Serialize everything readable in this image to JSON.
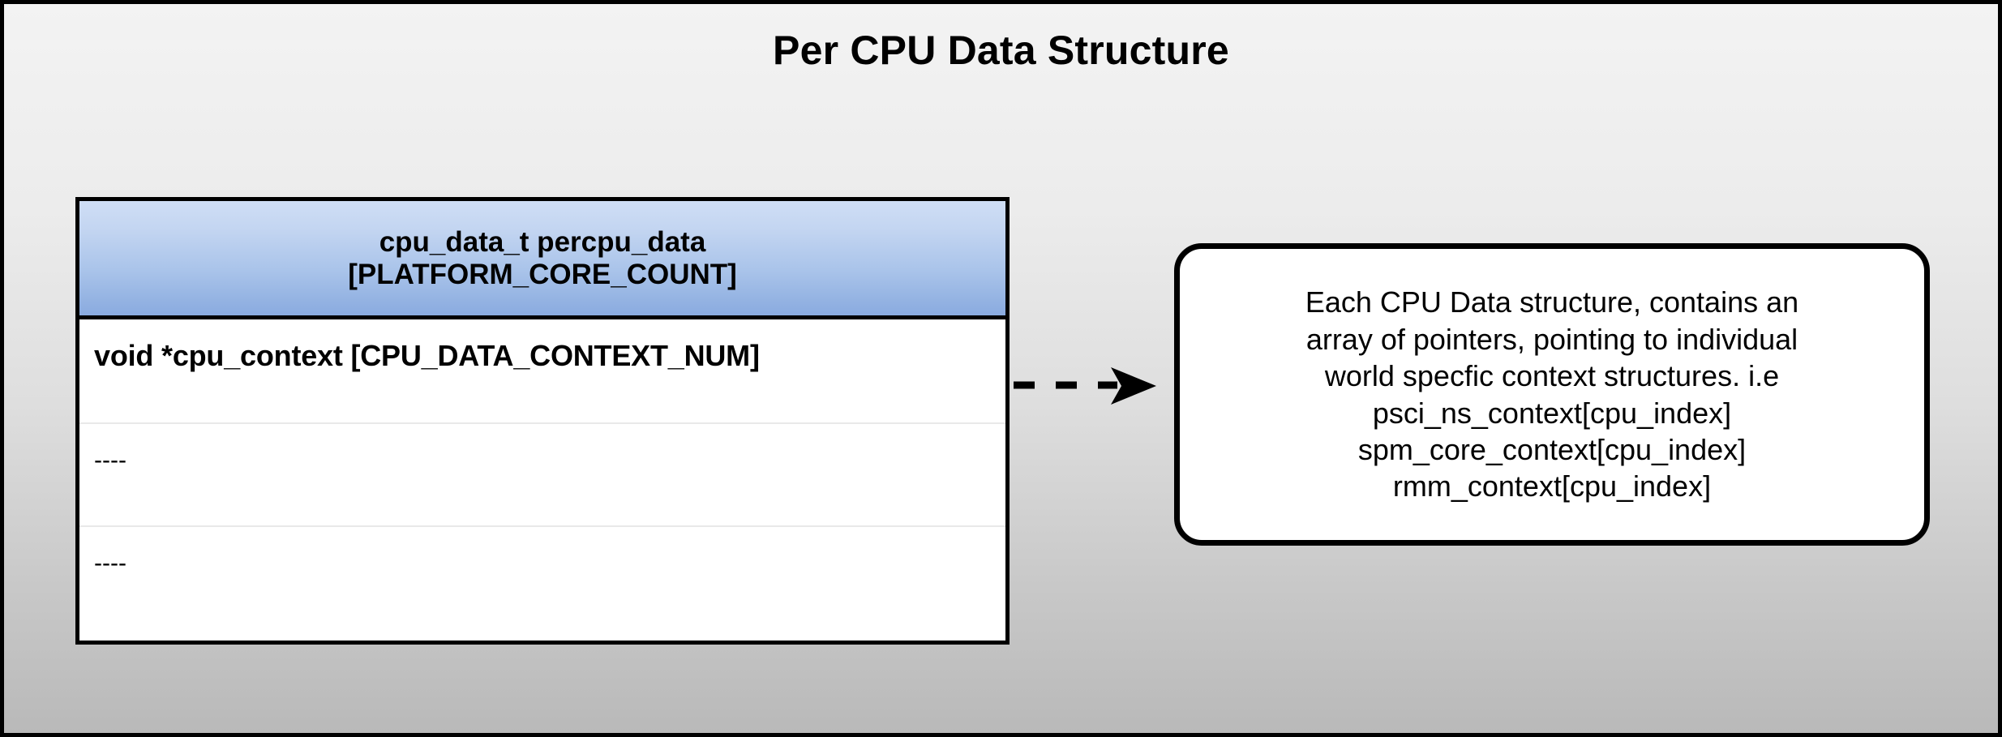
{
  "diagram": {
    "title": "Per CPU Data Structure",
    "type": "uml-class-with-note",
    "background": {
      "gradient_top": "#f3f3f3",
      "gradient_bottom": "#b9b9b9",
      "frame_color": "#000000"
    }
  },
  "struct_box": {
    "header": {
      "lines": [
        "cpu_data_t percpu_data",
        "[PLATFORM_CORE_COUNT]"
      ],
      "gradient_top": "#cfdef5",
      "gradient_bottom": "#8aabe0"
    },
    "rows": [
      {
        "text": "void *cpu_context [CPU_DATA_CONTEXT_NUM]",
        "bold": true
      },
      {
        "text": "----",
        "bold": false
      },
      {
        "text": "----",
        "bold": false
      }
    ]
  },
  "connector": {
    "style": "dashed",
    "arrow_head": "filled-triangle",
    "color": "#000000",
    "direction": "left-to-right"
  },
  "callout": {
    "lines": [
      "Each CPU Data structure, contains an",
      "array of pointers, pointing to individual",
      "world specfic context structures. i.e",
      "psci_ns_context[cpu_index]",
      "spm_core_context[cpu_index]",
      "rmm_context[cpu_index]"
    ],
    "border_color": "#000000",
    "background": "#ffffff"
  }
}
